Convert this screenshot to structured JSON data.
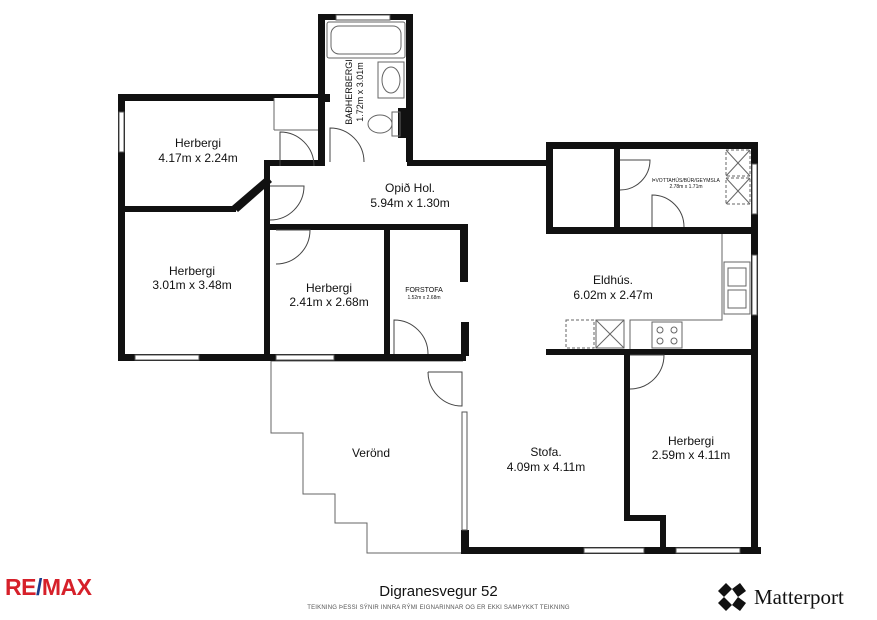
{
  "rooms": [
    {
      "id": "herbergi1",
      "name": "Herbergi",
      "dim": "4.17m x 2.24m"
    },
    {
      "id": "herbergi2",
      "name": "Herbergi",
      "dim": "3.01m x 3.48m"
    },
    {
      "id": "herbergi3",
      "name": "Herbergi",
      "dim": "2.41m x 2.68m"
    },
    {
      "id": "herbergi4",
      "name": "Herbergi",
      "dim": "2.59m x 4.11m"
    },
    {
      "id": "badherbergi",
      "name": "BAÐHERBERGI",
      "dim": "1.72m x 3.01m"
    },
    {
      "id": "opid_hol",
      "name": "Opið Hol.",
      "dim": "5.94m x 1.30m"
    },
    {
      "id": "forstofa",
      "name": "FORSTOFA",
      "dim": "1.52m x 2.68m"
    },
    {
      "id": "eldhus",
      "name": "Eldhús.",
      "dim": "6.02m x 2.47m"
    },
    {
      "id": "thvottahus",
      "name": "ÞVOTTAHÚS/BÚR/GEYMSLA",
      "dim": "2.78m x 1.71m"
    },
    {
      "id": "stofa",
      "name": "Stofa.",
      "dim": "4.09m x 4.11m"
    },
    {
      "id": "verond",
      "name": "Verönd",
      "dim": ""
    }
  ],
  "address": "Digranesvegur 52",
  "disclaimer": "TEIKNING ÞESSI SÝNIR INNRA RÝMI EIGNARINNAR OG ER EKKI SAMÞYKKT TEIKNING",
  "brand_left": {
    "part1": "RE",
    "slash": "/",
    "part2": "MAX"
  },
  "brand_right": "Matterport",
  "icons": [
    "matterport-logo-icon",
    "bathtub-icon",
    "sink-icon",
    "toilet-icon",
    "stove-icon",
    "kitchen-sink-icon",
    "door-swing-icon",
    "window-icon"
  ],
  "colors": {
    "wall": "#111111",
    "remax_red": "#d6202a",
    "remax_blue": "#1a3c8c"
  }
}
